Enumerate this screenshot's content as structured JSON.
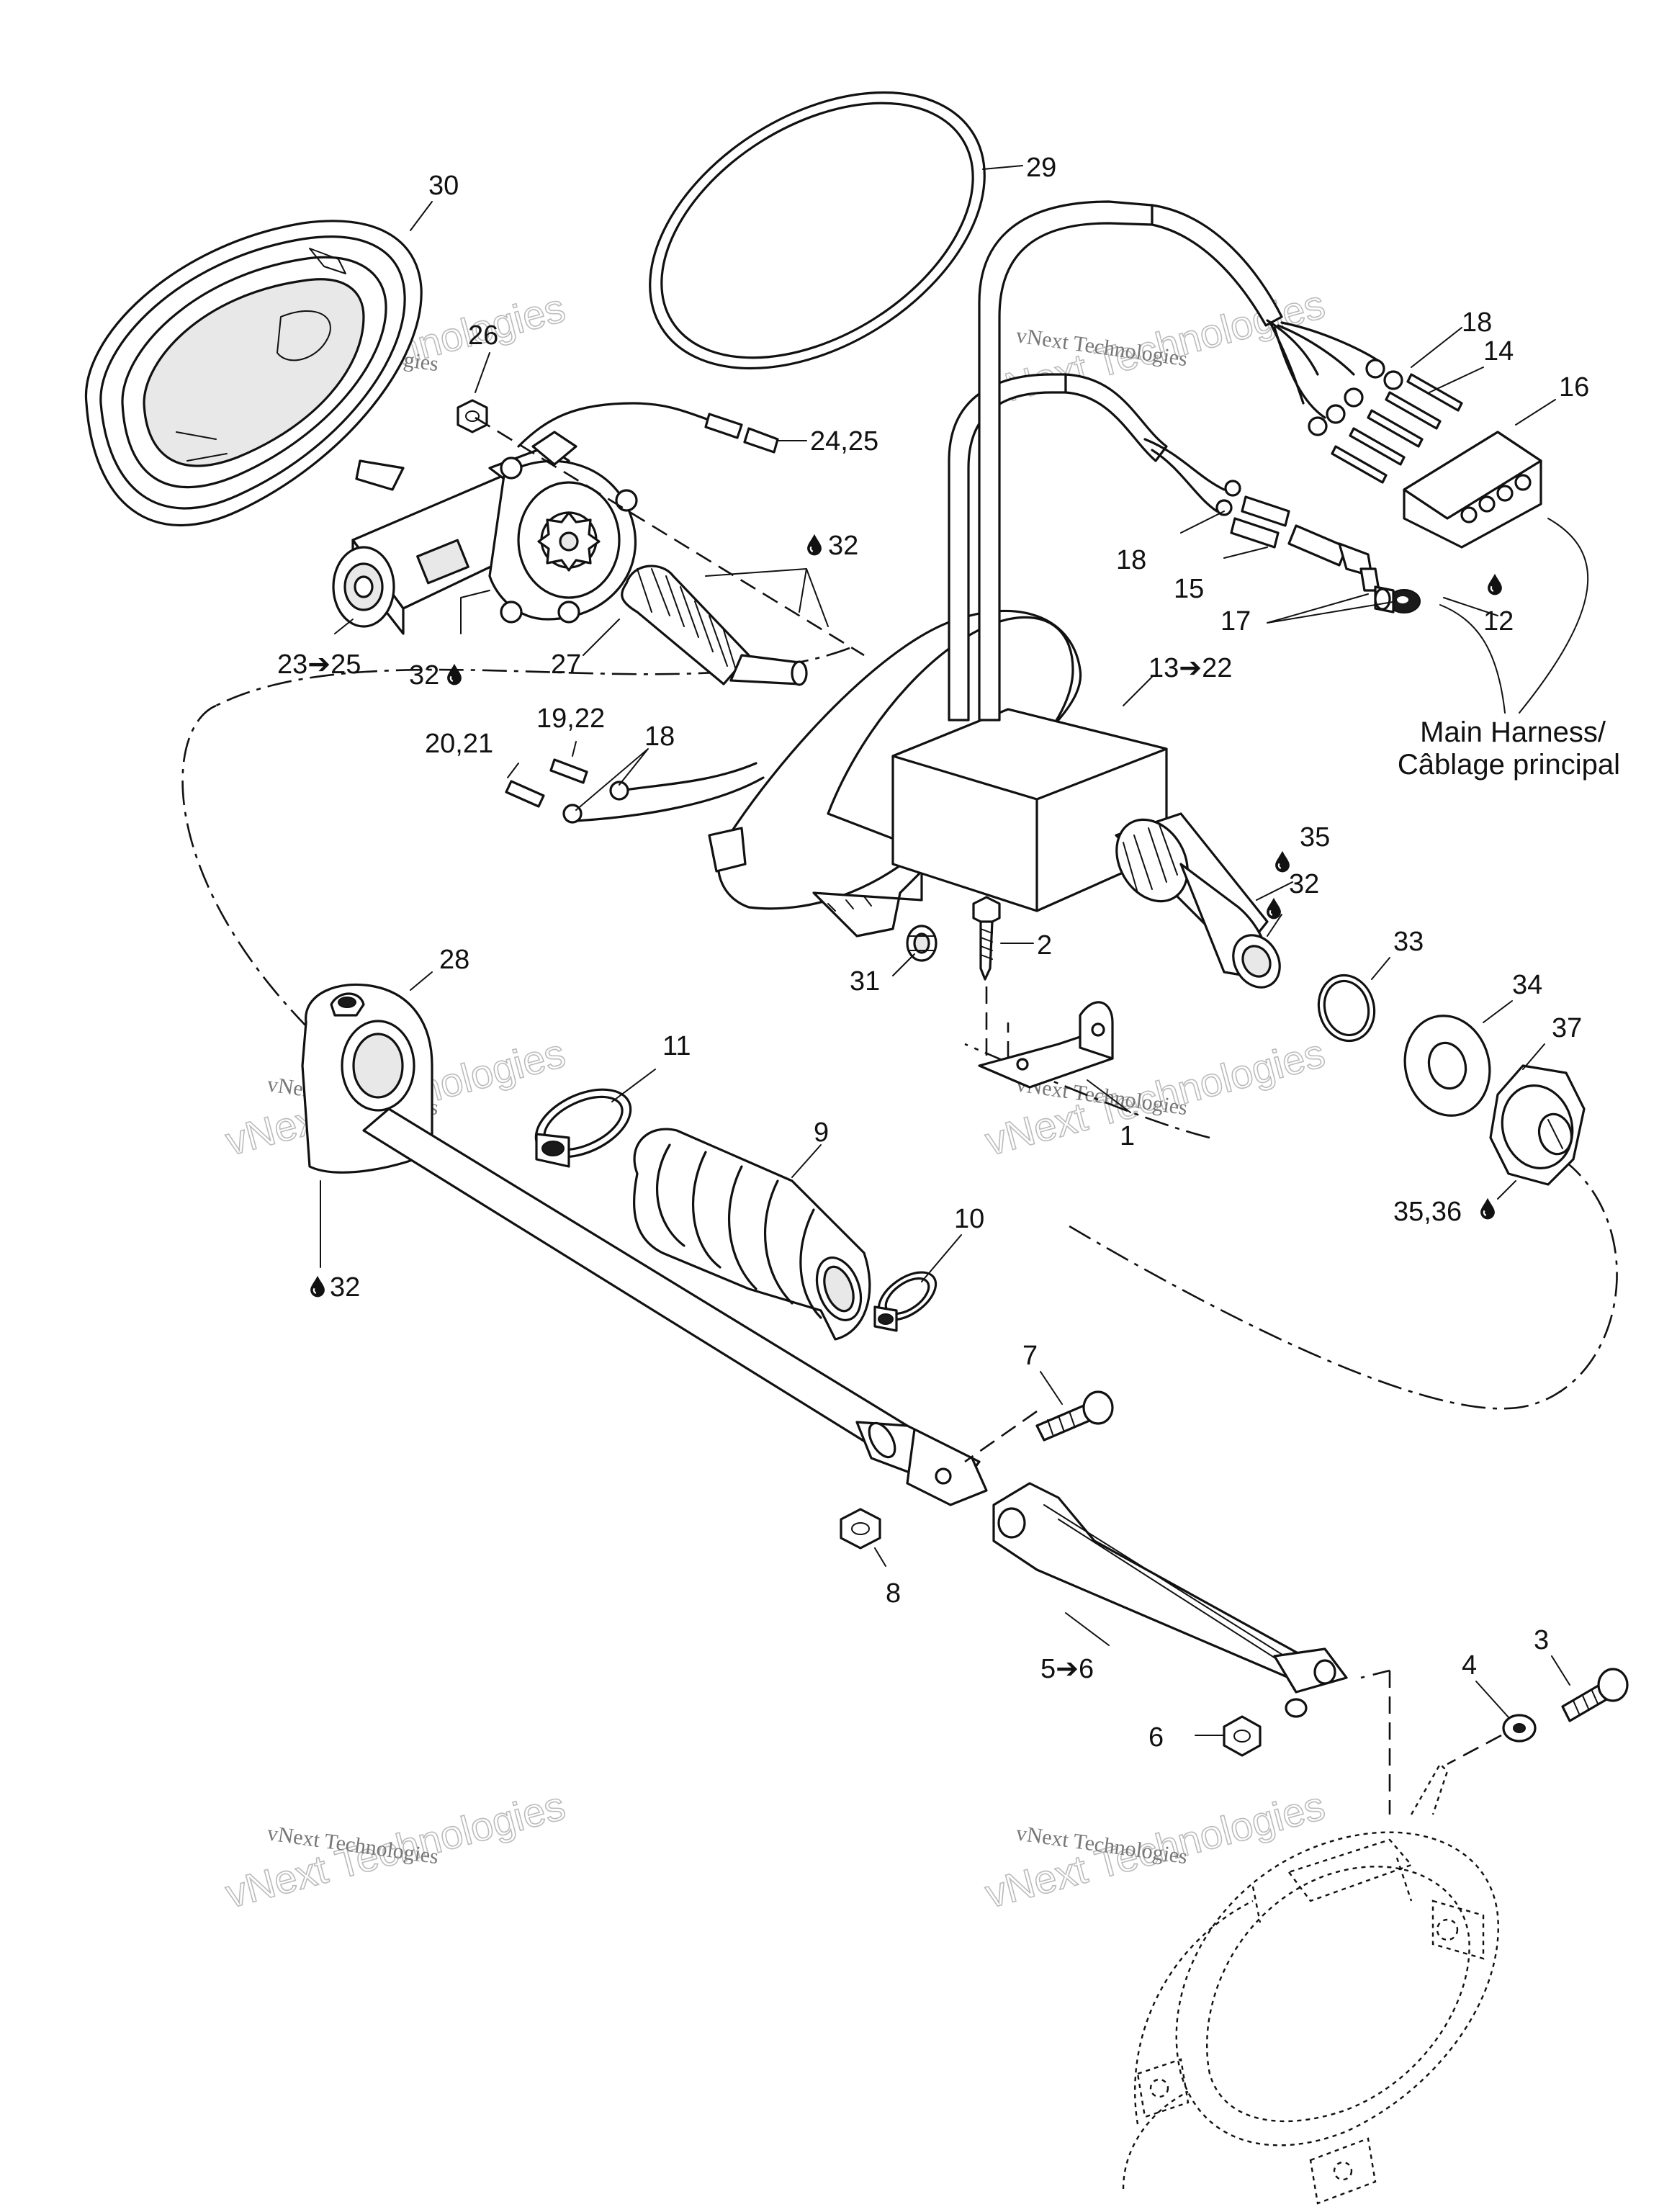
{
  "callouts": {
    "c1": "1",
    "c2": "2",
    "c3": "3",
    "c4": "4",
    "c5": "5➔6",
    "c6": "6",
    "c7": "7",
    "c8": "8",
    "c9": "9",
    "c10": "10",
    "c11": "11",
    "c12": "12",
    "c13": "13➔22",
    "c14": "14",
    "c15": "15",
    "c16": "16",
    "c17": "17",
    "c18a": "18",
    "c18b": "18",
    "c18c": "18",
    "c19": "19,22",
    "c20": "20,21",
    "c23": "23➔25",
    "c24": "24,25",
    "c26": "26",
    "c27": "27",
    "c28": "28",
    "c29": "29",
    "c30": "30",
    "c31": "31",
    "c32a": "32",
    "c32b": "32",
    "c32c": "32",
    "c32d": "32",
    "c33": "33",
    "c34": "34",
    "c35": "35",
    "c3536": "35,36",
    "c37": "37"
  },
  "harness_label": {
    "line1": "Main Harness/",
    "line2": "Câblage principal"
  },
  "watermark": {
    "top": "vNext Technologies",
    "outline": "vNext Technologies"
  },
  "icons": {
    "lubricant": "oil-drop-icon"
  }
}
